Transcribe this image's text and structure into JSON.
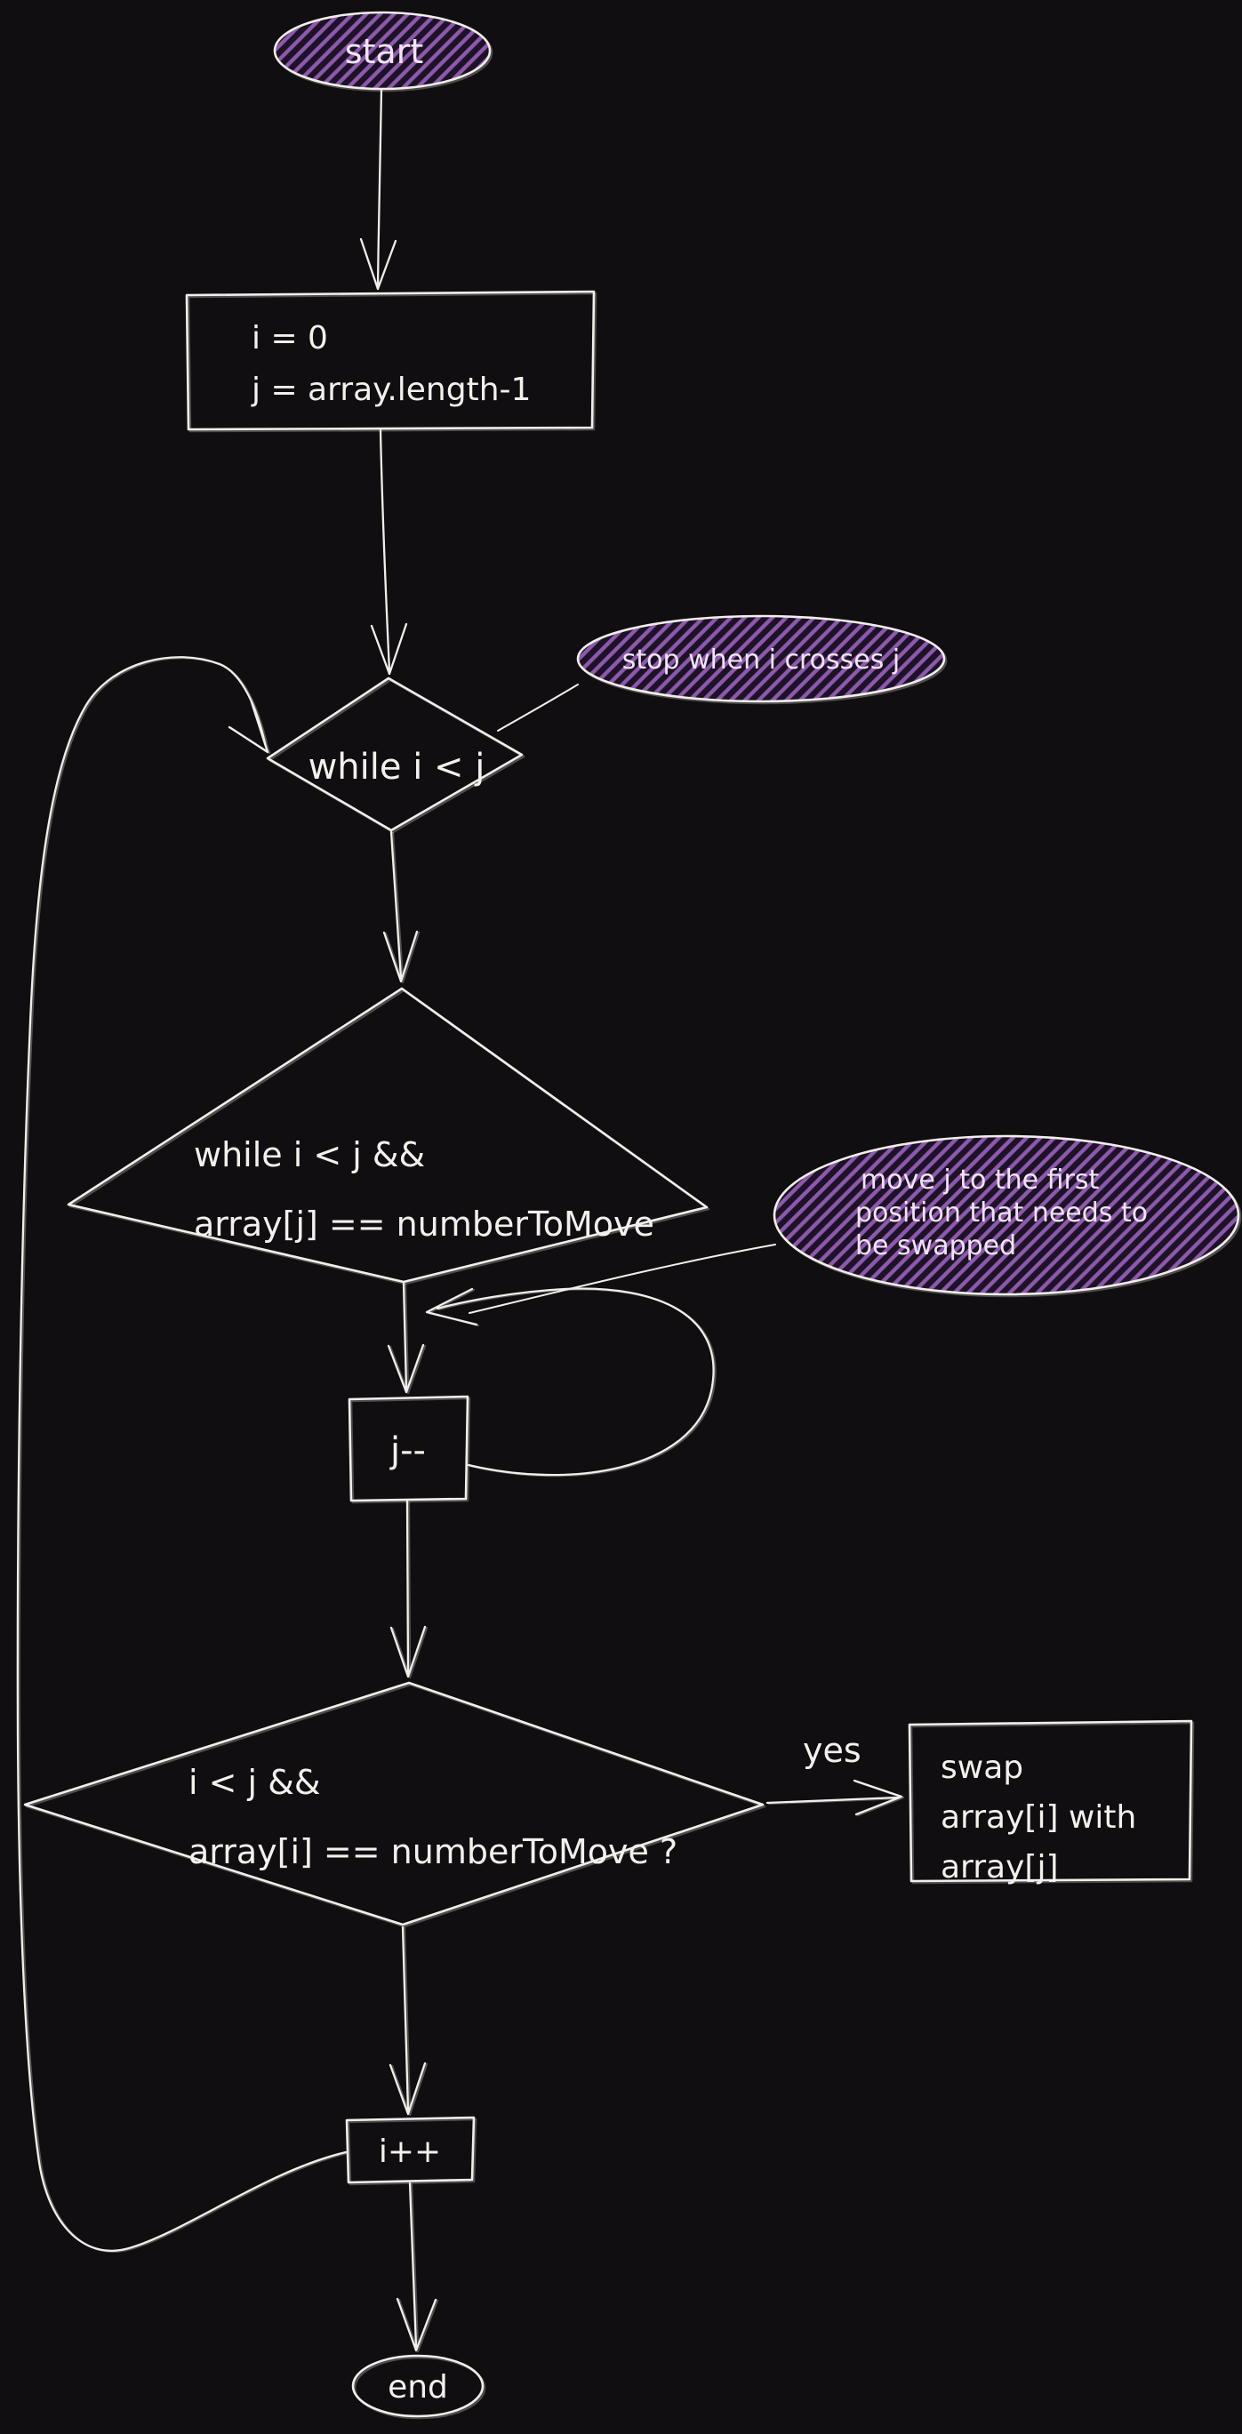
{
  "canvas": {
    "colors": {
      "bg": "#100e11",
      "stroke": "#f0efe9",
      "hatch": "#8d59ad",
      "hatch-bg": "#1d1226",
      "note-text": "#f0e3f8",
      "text": "#f2f1ec"
    }
  },
  "nodes": {
    "start": {
      "type": "ellipse-terminator",
      "label": "start"
    },
    "init": {
      "type": "process-rect",
      "lines": [
        "i = 0",
        "j = array.length-1"
      ]
    },
    "while_outer": {
      "type": "decision-diamond",
      "label": "while i < j"
    },
    "note_stop": {
      "type": "annotation-ellipse",
      "label": "stop when i crosses j"
    },
    "while_inner": {
      "type": "decision-diamond",
      "lines": [
        "while i < j &&",
        "array[j] == numberToMove"
      ]
    },
    "note_move": {
      "type": "annotation-ellipse",
      "lines": [
        "move j to the first",
        "position that needs to",
        "be swapped"
      ]
    },
    "decrement_j": {
      "type": "process-rect",
      "label": "j--"
    },
    "check_swap": {
      "type": "decision-diamond",
      "lines": [
        "i < j &&",
        "array[i] == numberToMove ?"
      ]
    },
    "swap": {
      "type": "process-rect",
      "lines": [
        "swap",
        "array[i] with",
        "array[j]"
      ]
    },
    "increment_i": {
      "type": "process-rect",
      "label": "i++"
    },
    "end": {
      "type": "ellipse-terminator",
      "label": "end"
    }
  },
  "edges": {
    "yes_label": "yes"
  }
}
